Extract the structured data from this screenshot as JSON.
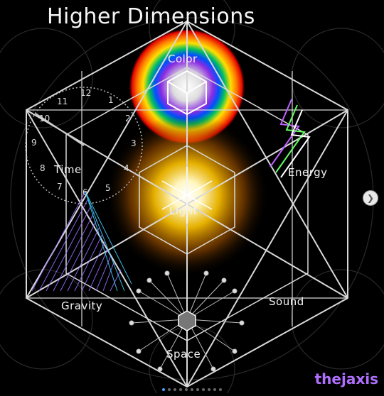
{
  "title": "Higher Dimensions",
  "dimensions": {
    "color": "Color",
    "time": "Time",
    "energy": "Energy",
    "light": "Light",
    "gravity": "Gravity",
    "sound": "Sound",
    "space": "Space"
  },
  "clock_numbers": [
    "12",
    "1",
    "2",
    "3",
    "4",
    "5",
    "6",
    "7",
    "8",
    "9",
    "10",
    "11"
  ],
  "watermark": "thejaxis",
  "carousel": {
    "next_icon": "chevron-right-icon",
    "dot_count": 11,
    "active_index": 0
  },
  "colors": {
    "line": "#d8d8d8",
    "gravity": "#9b6bff",
    "sound": "#8a3bff",
    "light_core": "#fffbe0",
    "light_glow": "#ffb000"
  }
}
